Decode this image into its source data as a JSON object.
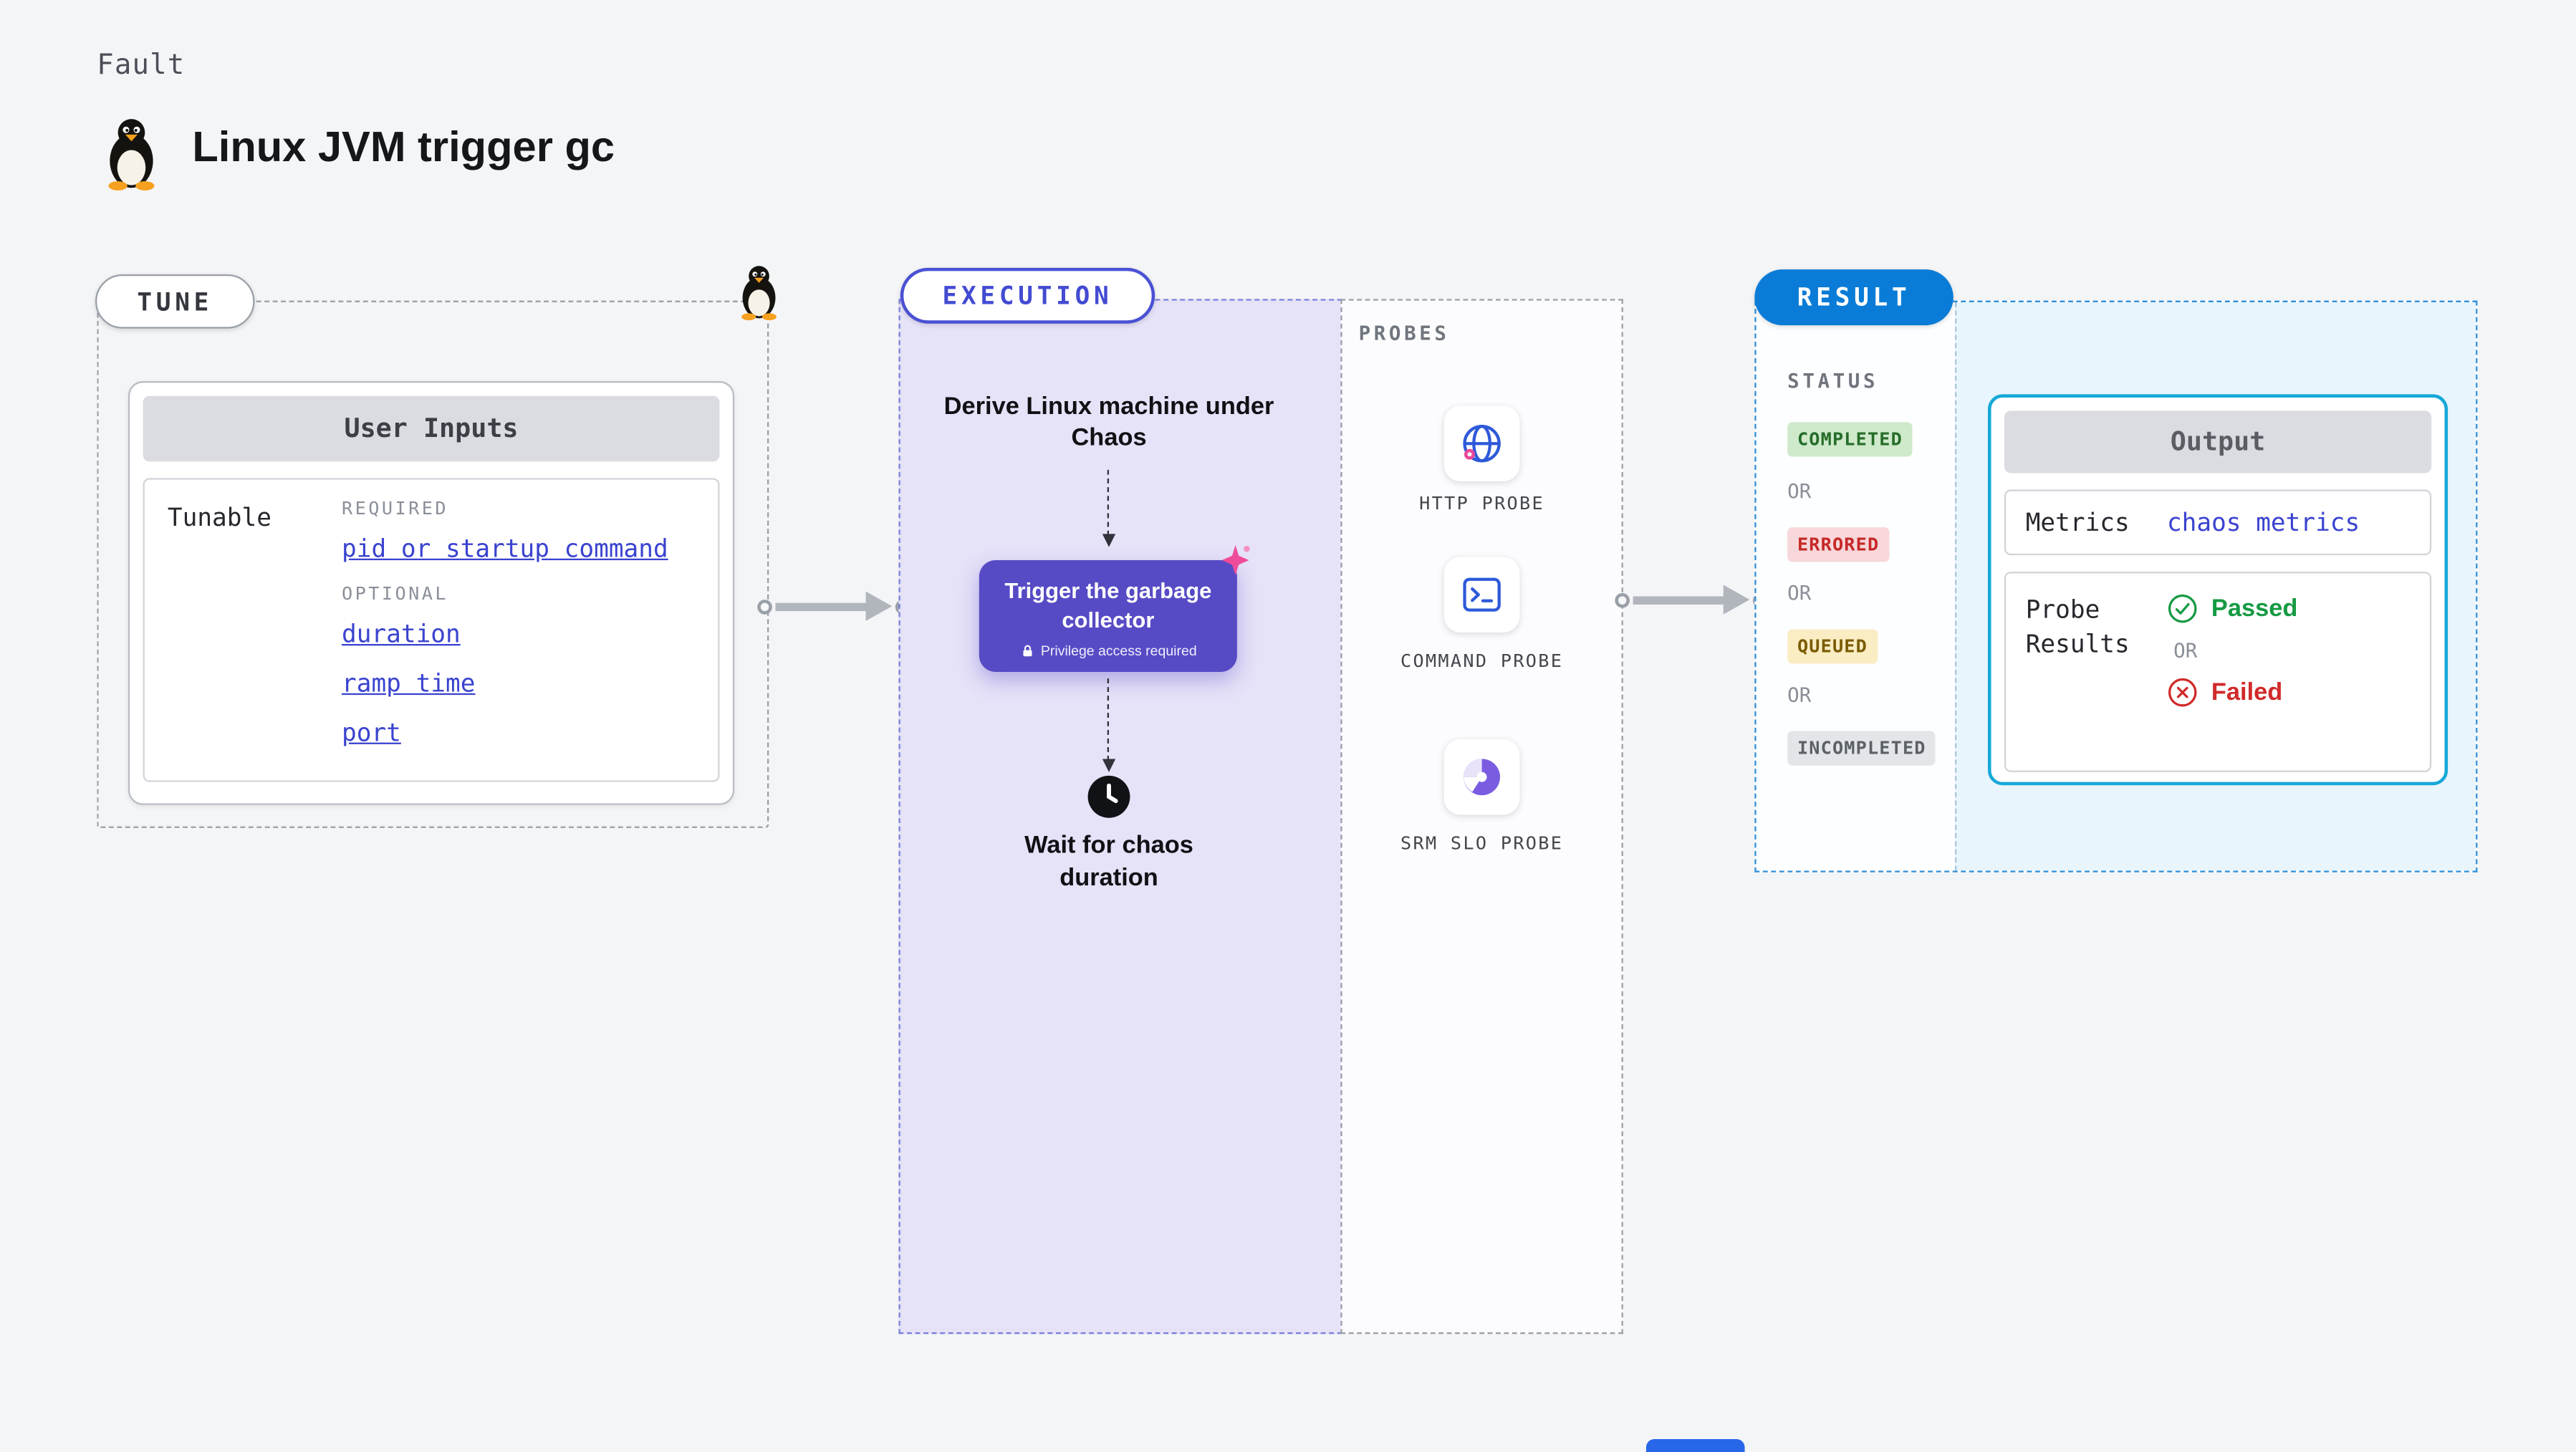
{
  "header": {
    "kicker": "Fault",
    "title": "Linux JVM trigger gc"
  },
  "tune": {
    "label": "TUNE",
    "user_inputs": {
      "header": "User Inputs",
      "row_label": "Tunable",
      "required_label": "REQUIRED",
      "required_items": [
        "pid or startup command"
      ],
      "optional_label": "OPTIONAL",
      "optional_items": [
        "duration",
        "ramp time",
        "port"
      ]
    }
  },
  "execution": {
    "label": "EXECUTION",
    "derive_step": "Derive Linux machine under Chaos",
    "action_title": "Trigger the garbage collector",
    "action_subtitle": "Privilege access required",
    "wait_step": "Wait for chaos duration",
    "probes": {
      "label": "PROBES",
      "items": [
        {
          "name": "HTTP PROBE",
          "icon": "globe-probe-icon"
        },
        {
          "name": "COMMAND PROBE",
          "icon": "terminal-probe-icon"
        },
        {
          "name": "SRM SLO PROBE",
          "icon": "slo-pie-probe-icon"
        }
      ]
    }
  },
  "result": {
    "label": "RESULT",
    "status": {
      "label": "STATUS",
      "or": "OR",
      "badges": [
        {
          "text": "COMPLETED",
          "tone": "green"
        },
        {
          "text": "ERRORED",
          "tone": "red"
        },
        {
          "text": "QUEUED",
          "tone": "yellow"
        },
        {
          "text": "INCOMPLETED",
          "tone": "gray"
        }
      ]
    },
    "output": {
      "header": "Output",
      "metrics_label": "Metrics",
      "metrics_value": "chaos metrics",
      "probe_results_label": "Probe Results",
      "passed_label": "Passed",
      "or": "OR",
      "failed_label": "Failed"
    }
  },
  "colors": {
    "page_bg": "#f4f5f7",
    "accent_blue": "#0a7cd7",
    "accent_indigo": "#4a51d4",
    "action_purple": "#574bc5",
    "link_blue": "#3a43cf",
    "exec_bg": "#e6e2f8",
    "result_bg": "#e8f5fc",
    "passed_green": "#169a43",
    "failed_red": "#d02a2a",
    "chaos_pink": "#ee4c9b"
  }
}
